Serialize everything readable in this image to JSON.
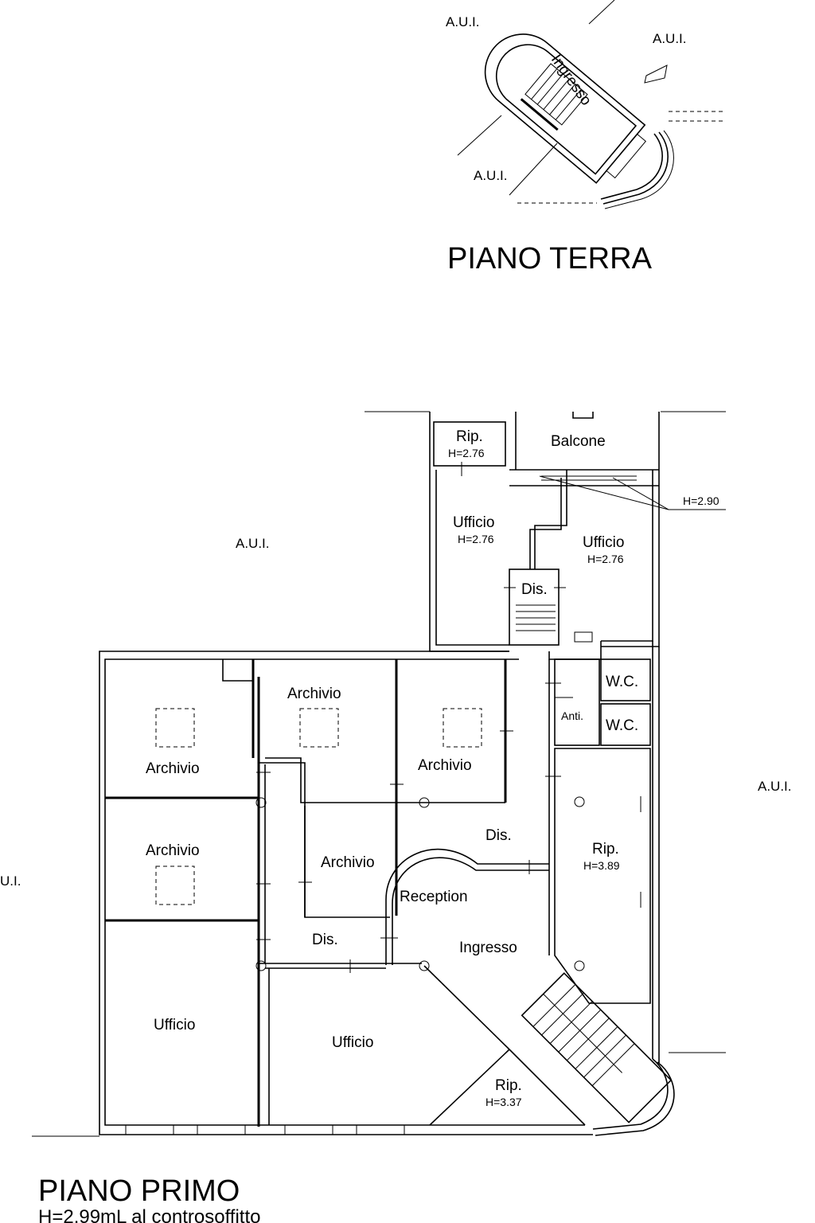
{
  "ground_floor": {
    "title": "PIANO TERRA",
    "aui_labels": [
      "A.U.I.",
      "A.U.I.",
      "A.U.I."
    ],
    "entrance_label": "Ingresso"
  },
  "first_floor": {
    "title": "PIANO PRIMO",
    "height_note": "H=2.99mL al controsoffitto",
    "aui_labels": [
      "A.U.I.",
      "A.U.I.",
      "U.I."
    ],
    "balcony_height": "H=2.90",
    "rooms": [
      {
        "name": "Rip.",
        "height": "H=2.76"
      },
      {
        "name": "Balcone",
        "height": ""
      },
      {
        "name": "Ufficio",
        "height": "H=2.76"
      },
      {
        "name": "Ufficio",
        "height": "H=2.76"
      },
      {
        "name": "Dis.",
        "height": ""
      },
      {
        "name": "W.C.",
        "height": ""
      },
      {
        "name": "Anti.",
        "height": ""
      },
      {
        "name": "W.C.",
        "height": ""
      },
      {
        "name": "Archivio",
        "height": ""
      },
      {
        "name": "Archivio",
        "height": ""
      },
      {
        "name": "Archivio",
        "height": ""
      },
      {
        "name": "Archivio",
        "height": ""
      },
      {
        "name": "Archivio",
        "height": ""
      },
      {
        "name": "Dis.",
        "height": ""
      },
      {
        "name": "Rip.",
        "height": "H=3.89"
      },
      {
        "name": "Reception",
        "height": ""
      },
      {
        "name": "Ingresso",
        "height": ""
      },
      {
        "name": "Dis.",
        "height": ""
      },
      {
        "name": "Ufficio",
        "height": ""
      },
      {
        "name": "Ufficio",
        "height": ""
      },
      {
        "name": "Rip.",
        "height": "H=3.37"
      }
    ]
  }
}
